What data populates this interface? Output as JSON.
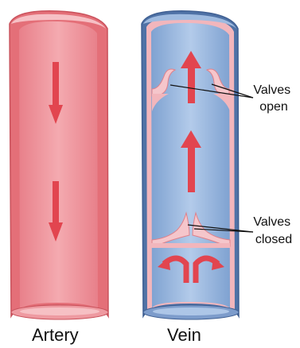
{
  "labels": {
    "artery": "Artery",
    "vein": "Vein",
    "valves_open": [
      "Valves",
      "open"
    ],
    "valves_closed": [
      "Valves",
      "closed"
    ]
  },
  "colors": {
    "artery_wall": "#e46f78",
    "artery_fill": "#f19ba2",
    "artery_inner_light": "#f7c9cd",
    "arrow_red": "#e2454f",
    "vein_wall": "#4f72a6",
    "vein_fill": "#8fb0d8",
    "vein_lumen": "#a9c3e6",
    "vein_inner_lining": "#f2b6bc",
    "valve_pink": "#f5c6cb",
    "text": "#111111"
  }
}
